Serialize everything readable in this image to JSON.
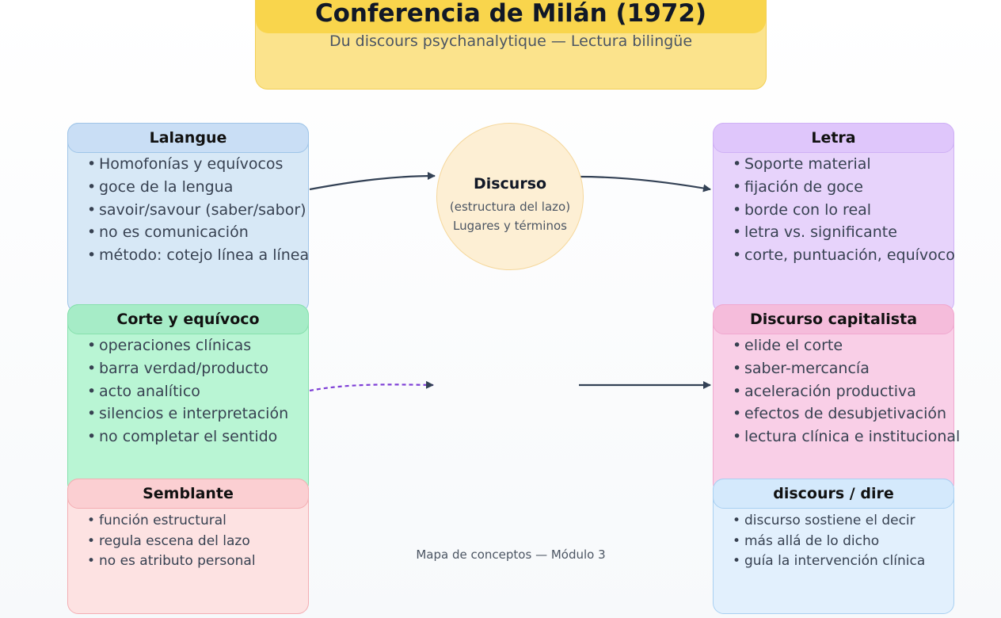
{
  "title": "Conferencia de Milán (1972)",
  "subtitle": "Du discours psychanalytique — Lectura bilingüe",
  "center": {
    "title": "Discurso",
    "line1": "(estructura del lazo)",
    "line2": "Lugares y términos"
  },
  "cards": {
    "lalangue": {
      "title": "Lalangue",
      "items": [
        "Homofonías y equívocos",
        "goce de la lengua",
        "savoir/savour (saber/sabor)",
        "no es comunicación",
        "método: cotejo línea a línea"
      ]
    },
    "corte": {
      "title": "Corte y equívoco",
      "items": [
        "operaciones clínicas",
        "barra verdad/producto",
        "acto analítico",
        "silencios e interpretación",
        "no completar el sentido"
      ]
    },
    "semblante": {
      "title": "Semblante",
      "items": [
        "función estructural",
        "regula escena del lazo",
        "no es atributo personal"
      ]
    },
    "letra": {
      "title": "Letra",
      "items": [
        "Soporte material",
        "fijación de goce",
        "borde con lo real",
        "letra vs. significante",
        "corte, puntuación, equívoco"
      ]
    },
    "capitalista": {
      "title": "Discurso capitalista",
      "items": [
        "elide el corte",
        "saber-mercancía",
        "aceleración productiva",
        "efectos de desubjetivación",
        "lectura clínica e institucional"
      ]
    },
    "dire": {
      "title": "discours / dire",
      "items": [
        "discurso sostiene el decir",
        "más allá de lo dicho",
        "guía la intervención clínica"
      ]
    }
  },
  "caption": "Mapa de conceptos — Módulo 3",
  "colors": {
    "title_bg": "#fbe38c",
    "title_bar": "#f9d54c",
    "arrow": "#334155",
    "dashed_arrow": "#7e3fd6"
  }
}
